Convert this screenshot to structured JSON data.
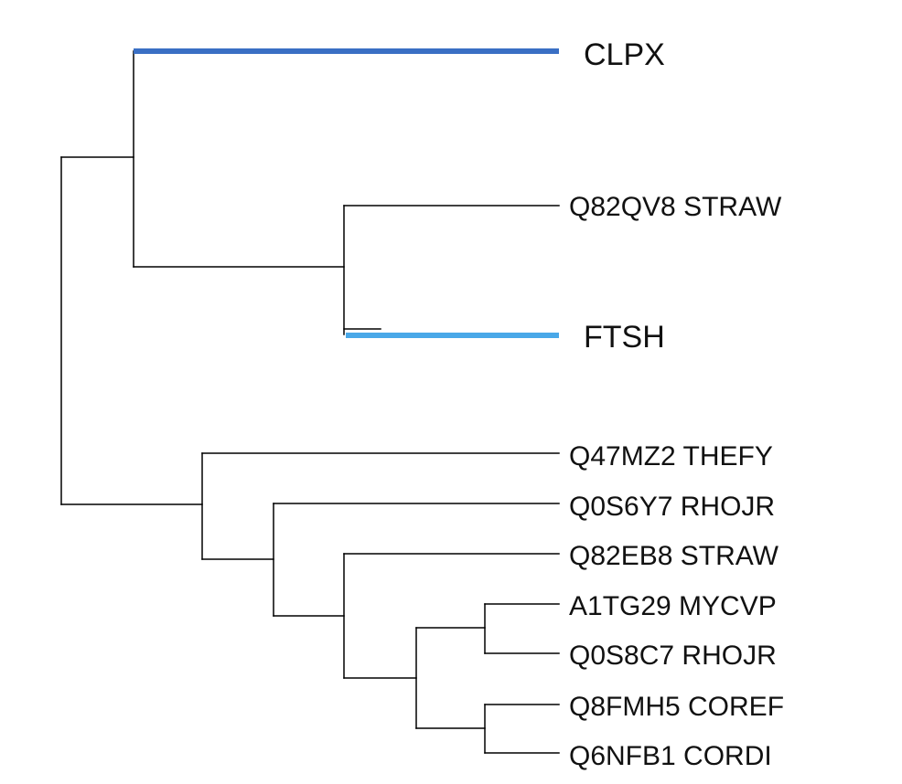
{
  "tree": {
    "leaves": [
      {
        "id": "clpx",
        "label": "CLPX",
        "color": "#3a6fc4",
        "highlight": true
      },
      {
        "id": "q82qv8",
        "label": "Q82QV8 STRAW"
      },
      {
        "id": "ftsh",
        "label": "FTSH",
        "color": "#49a8e8",
        "highlight": true
      },
      {
        "id": "q47mz2",
        "label": "Q47MZ2 THEFY"
      },
      {
        "id": "q0s6y7",
        "label": "Q0S6Y7 RHOJR"
      },
      {
        "id": "q82eb8",
        "label": "Q82EB8 STRAW"
      },
      {
        "id": "a1tg29",
        "label": "A1TG29 MYCVP"
      },
      {
        "id": "q0s8c7",
        "label": "Q0S8C7 RHOJR"
      },
      {
        "id": "q8fmh5",
        "label": "Q8FMH5 COREF"
      },
      {
        "id": "q6nfb1",
        "label": "Q6NFB1 CORDI"
      }
    ],
    "colors": {
      "branch": "#000000",
      "clpx": "#3a6fc4",
      "ftsh": "#49a8e8"
    }
  }
}
